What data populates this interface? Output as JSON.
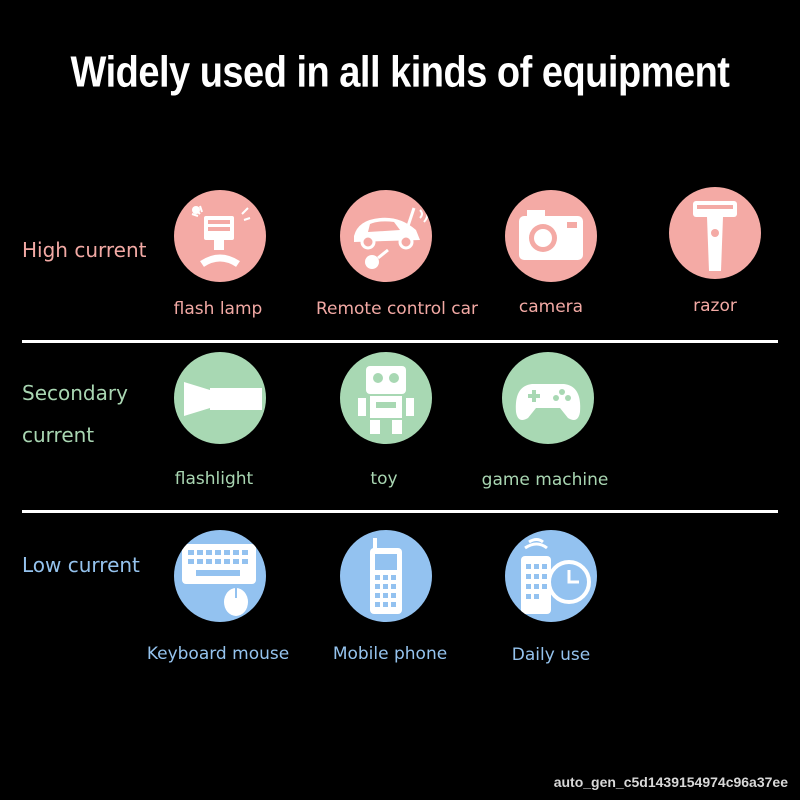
{
  "header": {
    "title": "Widely used in all kinds of equipment"
  },
  "colors": {
    "high": "#f4aaa5",
    "secondary": "#a8d8b3",
    "low": "#93c2f0"
  },
  "sections": {
    "high": {
      "title": "High current",
      "items": [
        {
          "label": "flash lamp",
          "icon": "flash-lamp-icon"
        },
        {
          "label": "Remote control car",
          "icon": "remote-control-car-icon"
        },
        {
          "label": "camera",
          "icon": "camera-icon"
        },
        {
          "label": "razor",
          "icon": "razor-icon"
        }
      ]
    },
    "secondary": {
      "title_line1": "Secondary",
      "title_line2": "current",
      "items": [
        {
          "label": "flashlight",
          "icon": "flashlight-icon"
        },
        {
          "label": "toy",
          "icon": "robot-toy-icon"
        },
        {
          "label": "game machine",
          "icon": "gamepad-icon"
        }
      ]
    },
    "low": {
      "title": "Low current",
      "items": [
        {
          "label": "Keyboard mouse",
          "icon": "keyboard-mouse-icon"
        },
        {
          "label": "Mobile phone",
          "icon": "mobile-phone-icon"
        },
        {
          "label": "Daily use",
          "icon": "remote-clock-icon"
        }
      ]
    }
  },
  "watermark": "auto_gen_c5d1439154974c96a37ee"
}
